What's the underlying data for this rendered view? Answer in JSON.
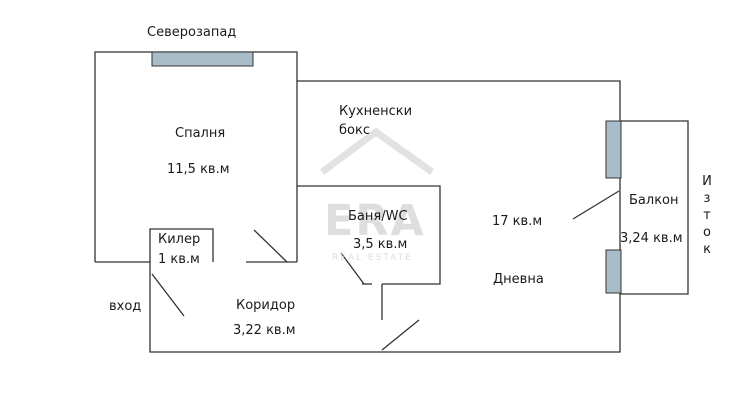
{
  "orientation": {
    "northwest": "Северозапад",
    "east_letters": [
      "И",
      "з",
      "т",
      "о",
      "к"
    ]
  },
  "rooms": {
    "bedroom": {
      "name": "Спалня",
      "area": "11,5 кв.м"
    },
    "kitchen_box": {
      "line1": "Кухненски",
      "line2": "бокс"
    },
    "bathroom": {
      "name": "Баня/WC",
      "area": "3,5 кв.м"
    },
    "living_area": "17 кв.м",
    "living": {
      "name": "Дневна"
    },
    "pantry": {
      "name": "Килер",
      "area": "1 кв.м"
    },
    "balcony": {
      "name": "Балкон",
      "area": "3,24 кв.м"
    },
    "corridor": {
      "name": "Коридор",
      "area": "3,22 кв.м"
    },
    "entrance": "вход"
  },
  "watermark": {
    "logo": "ERA",
    "tagline": "REAL ESTATE"
  },
  "colors": {
    "wall": "#333333",
    "window": "#a9bcc9",
    "watermark": "#dedede"
  }
}
